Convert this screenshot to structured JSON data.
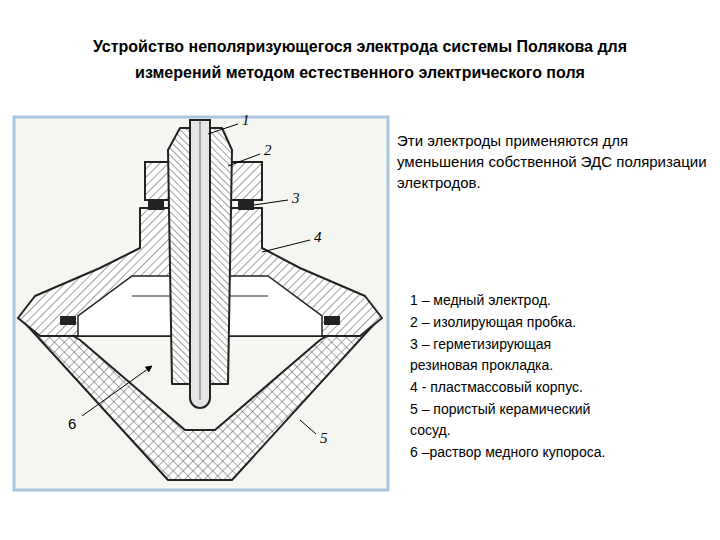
{
  "diagram": {
    "title": "Устройство неполяризующегося электрода системы Полякова для измерений методом естественного электрического поля",
    "labels": [
      "1",
      "2",
      "3",
      "4",
      "5",
      "6",
      "Эти электроды применяются для уменьшения собственной ЭДС поляризации электродов.",
      "1 – медный электрод.",
      "2 – изолирующая пробка.",
      "3 – герметизирующая резиновая прокладка.",
      "4 - пластмассовый корпус.",
      "5 – пористый керамический сосуд.",
      "6 –раствор медного купороса."
    ]
  }
}
